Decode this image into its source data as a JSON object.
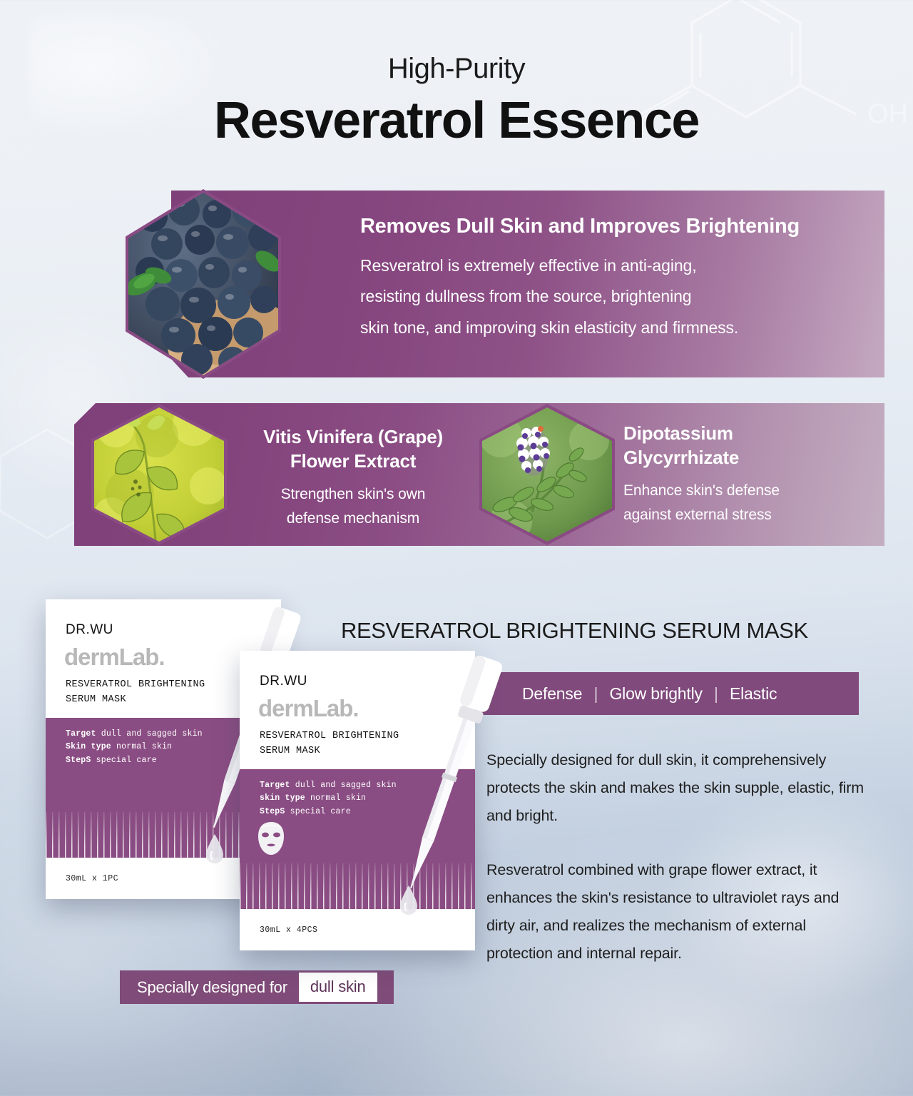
{
  "header": {
    "eyebrow": "High-Purity",
    "title": "Resveratrol Essence"
  },
  "background": {
    "molecule_label": "OH",
    "molecule_icon": "benzene-ring-icon"
  },
  "banner_main": {
    "image_alt": "blueberries-in-wooden-bowl",
    "title": "Removes Dull Skin and Improves Brightening",
    "body_lines": [
      "Resveratrol is extremely effective in anti-aging,",
      "resisting dullness from the source, brightening",
      "skin tone, and improving skin elasticity and firmness."
    ]
  },
  "ingredients": [
    {
      "image_alt": "grape-vine-leaves",
      "title_lines": [
        "Vitis Vinifera (Grape)",
        "Flower Extract"
      ],
      "sub_lines": [
        "Strengthen skin's own",
        "defense mechanism"
      ]
    },
    {
      "image_alt": "licorice-flower",
      "title_lines": [
        "Dipotassium",
        "Glycyrrhizate"
      ],
      "sub_lines": [
        "Enhance skin's defense",
        "against external stress"
      ]
    }
  ],
  "product": {
    "title": "RESVERATROL BRIGHTENING SERUM MASK",
    "benefits": [
      "Defense",
      "Glow brightly",
      "Elastic"
    ],
    "benefit_separator": "|",
    "description_1": "Specially designed for dull skin, it comprehensively protects the skin and makes the skin supple, elastic, firm and bright.",
    "description_2": "Resveratrol combined with grape flower extract, it enhances the skin's resistance to ultraviolet rays and dirty air, and realizes the mechanism of external protection and internal repair."
  },
  "packages": {
    "back": {
      "brand": "DR.WU",
      "sub_brand": "dermLab.",
      "product_name_line1": "RESVERATROL BRIGHTENING",
      "product_name_line2": "SERUM MASK",
      "spec_target_label": "Target",
      "spec_target_value": "dull and sagged skin",
      "spec_skin_label": "Skin type",
      "spec_skin_value": "normal skin",
      "spec_step_label": "StepS",
      "spec_step_value": "special care",
      "volume": "30mL x 1PC"
    },
    "front": {
      "brand": "DR.WU",
      "sub_brand": "dermLab.",
      "product_name_line1": "RESVERATROL BRIGHTENING",
      "product_name_line2": "SERUM MASK",
      "spec_target_label": "Target",
      "spec_target_value": "dull and sagged skin",
      "spec_skin_label": "skin type",
      "spec_skin_value": "normal skin",
      "spec_step_label": "StepS",
      "spec_step_value": "special care",
      "volume": "30mL x 4PCS",
      "mask_icon": "sheet-mask-icon"
    }
  },
  "badge": {
    "label": "Specially designed for",
    "chip": "dull skin"
  },
  "colors": {
    "purple_dark": "#7f4079",
    "purple_mid": "#8a4d83",
    "purple_light": "#c3aec1",
    "bar_purple": "#804a7c",
    "badge_purple": "#7f4b78",
    "chip_text": "#5c3257",
    "background_top": "#eef2f7",
    "background_bottom": "#a3b2c7"
  }
}
